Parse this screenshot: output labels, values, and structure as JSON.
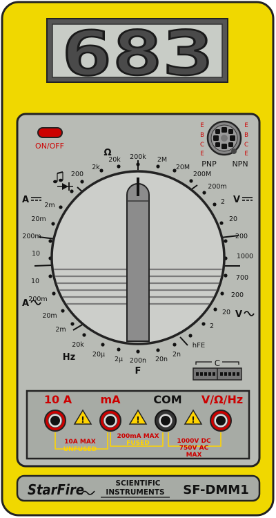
{
  "display": {
    "reading": "683"
  },
  "power": {
    "label": "ON/OFF"
  },
  "transistor_socket": {
    "left_pins": [
      "E",
      "B",
      "C",
      "E"
    ],
    "right_pins": [
      "E",
      "B",
      "C",
      "E"
    ],
    "pnp_label": "PNP",
    "npn_label": "NPN"
  },
  "dial": {
    "scale_labels": [
      {
        "name": "ohm",
        "text": "Ω"
      },
      {
        "name": "dc-amps",
        "text": "A"
      },
      {
        "name": "ac-amps",
        "text": "A"
      },
      {
        "name": "dc-volts",
        "text": "V"
      },
      {
        "name": "ac-volts",
        "text": "V"
      },
      {
        "name": "hz",
        "text": "Hz"
      },
      {
        "name": "farad",
        "text": "F"
      },
      {
        "name": "hfe",
        "text": "hFE"
      }
    ],
    "ranges": {
      "ohm": [
        "200",
        "2k",
        "20k",
        "200k",
        "2M",
        "20M",
        "200M"
      ],
      "dc_volts": [
        "200m",
        "2",
        "20",
        "200",
        "1000"
      ],
      "ac_volts": [
        "700",
        "200",
        "20",
        "2"
      ],
      "capacitance": [
        "20µ",
        "2µ",
        "200n",
        "20n",
        "2n"
      ],
      "frequency": [
        "20k"
      ],
      "ac_amps": [
        "10",
        "200m",
        "20m",
        "2m"
      ],
      "dc_amps": [
        "2m",
        "20m",
        "200m",
        "10"
      ]
    }
  },
  "cap_socket": {
    "label": "C"
  },
  "jacks": [
    {
      "name": "10a",
      "label": "10 A",
      "color": "#cc0000"
    },
    {
      "name": "ma",
      "label": "mA",
      "color": "#cc0000"
    },
    {
      "name": "com",
      "label": "COM",
      "color": "#111111"
    },
    {
      "name": "v-ohm-hz",
      "label": "V/Ω/Hz",
      "color": "#cc0000"
    }
  ],
  "warnings": {
    "ten_a": [
      "10A MAX",
      "UNFUSED"
    ],
    "ma": [
      "200mA MAX",
      "FUSED"
    ],
    "volt": [
      "1000V DC",
      "750V AC",
      "MAX"
    ]
  },
  "brand": {
    "name": "StarFire",
    "tagline_1": "SCIENTIFIC",
    "tagline_2": "INSTRUMENTS",
    "model": "SF-DMM1"
  },
  "colors": {
    "body": "#f0d800",
    "panel": "#b8bbb5",
    "lcd": "#c8ccc6",
    "red": "#cc0000",
    "warn_yellow": "#ffd400"
  }
}
